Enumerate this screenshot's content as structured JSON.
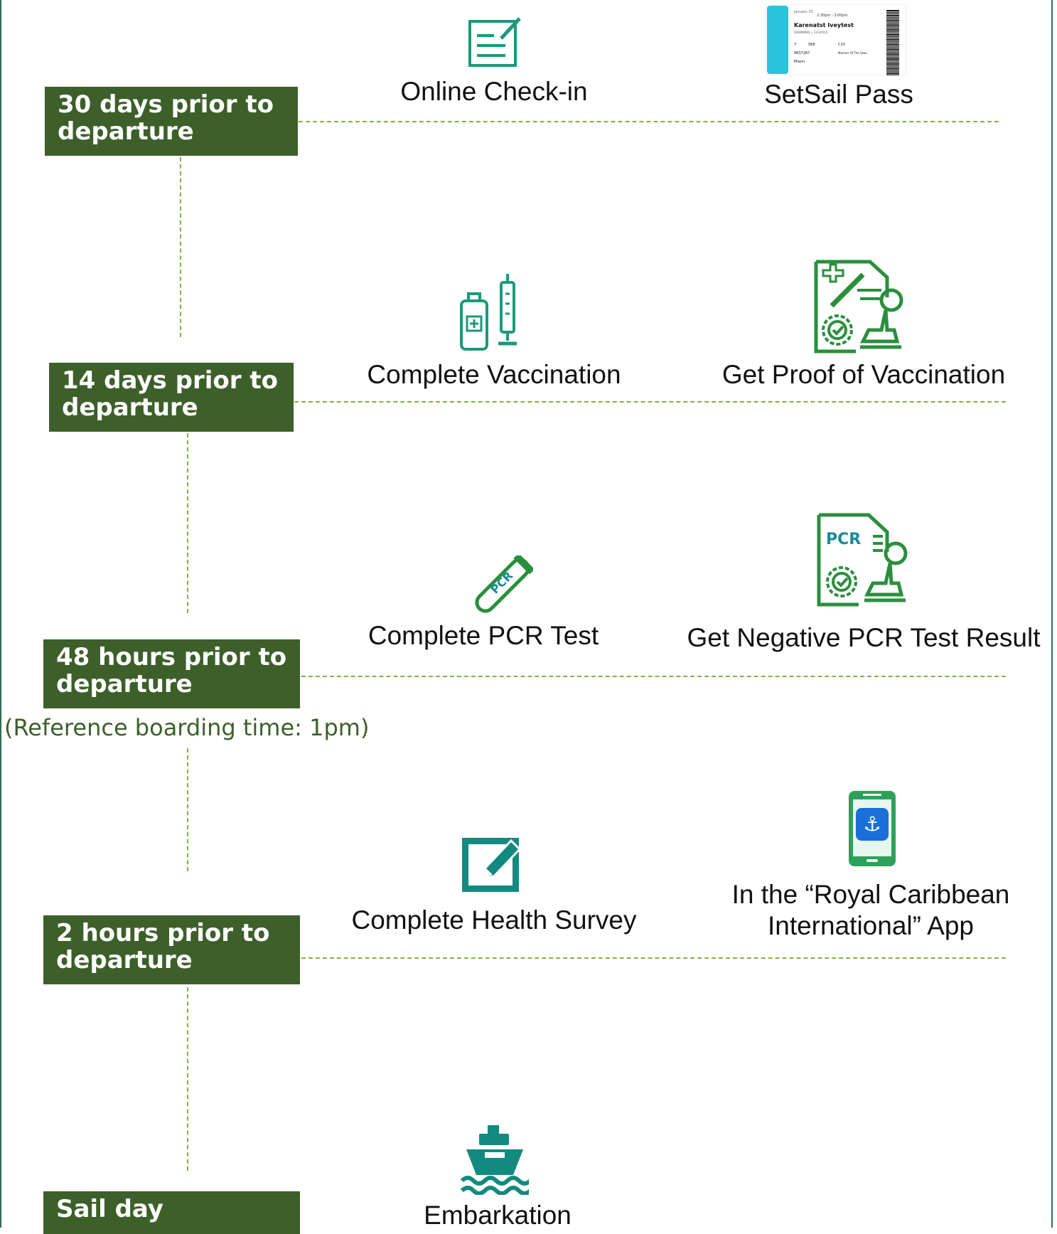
{
  "stages": [
    {
      "label": "30 days prior to departure"
    },
    {
      "label": "14 days prior to departure"
    },
    {
      "label": "48 hours prior to departure"
    },
    {
      "label": "2 hours prior to departure"
    },
    {
      "label": "Sail day"
    }
  ],
  "reference_note": "(Reference boarding time: 1pm)",
  "steps": {
    "online_checkin": "Online Check-in",
    "setsail_pass": "SetSail Pass",
    "complete_vaccination": "Complete Vaccination",
    "proof_vaccination": "Get Proof of Vaccination",
    "pcr_test": "Complete PCR Test",
    "pcr_result": "Get Negative PCR Test Result",
    "health_survey": "Complete Health Survey",
    "app_line1": "In the “Royal Caribbean",
    "app_line2": "International” App",
    "embarkation": "Embarkation"
  },
  "pass_card": {
    "name": "Karenatst Iveytest",
    "date": "January 30",
    "time": "2:30pm - 3:00pm",
    "tier": "DIAMOND • 12345CE",
    "deck": "7",
    "stateroom": "568",
    "muster": "C10",
    "reservation": "9637287",
    "port": "Miami",
    "ship": "Mariner Of The Seas"
  },
  "icon_text": {
    "pcr": "PCR"
  },
  "colors": {
    "stage_bg": "#3d5f2a",
    "dash": "#7ab648",
    "icon": "#1a9a7a",
    "teal": "#138a7f"
  }
}
